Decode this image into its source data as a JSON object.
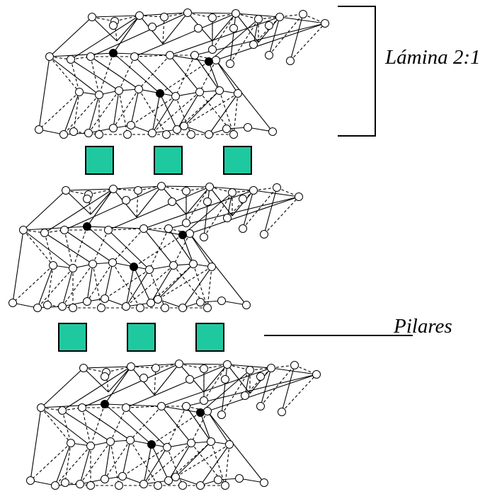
{
  "labels": {
    "sheet": "Lámina 2:1",
    "pillars": "Pilares"
  },
  "colors": {
    "pillar_fill": "#1fc9a0",
    "line": "#000000",
    "atom_open": "#ffffff",
    "atom_filled": "#000000"
  },
  "structure": {
    "layer_count": 3,
    "pillar_rows": 2,
    "pillars_per_row": 3,
    "layer_type": "2:1 tetrahedral-octahedral-tetrahedral sheet"
  }
}
